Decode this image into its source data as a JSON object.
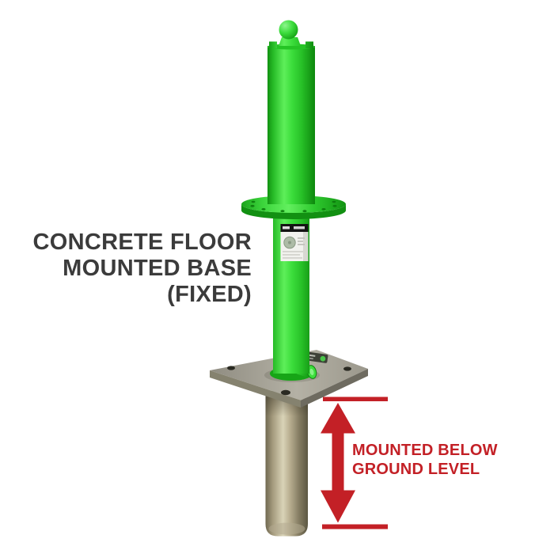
{
  "colors": {
    "background": "#ffffff",
    "title-text": "#3b3b3b",
    "accent-red": "#c32026",
    "bollard-green": "#2fd32f",
    "bollard-green-light": "#5eef5a",
    "bollard-green-dark": "#118f11",
    "steel-plate": "#a6a398",
    "ground-tube-tan": "#9c9379",
    "label-black": "#141414",
    "label-white": "#f2f2ee"
  },
  "title": {
    "line1": "CONCRETE FLOOR",
    "line2": "MOUNTED BASE",
    "line3": "(FIXED)"
  },
  "ground_annotation": {
    "line1": "MOUNTED BELOW",
    "line2": "GROUND LEVEL"
  },
  "icons": {
    "measurement": "double-vertical-arrow"
  }
}
